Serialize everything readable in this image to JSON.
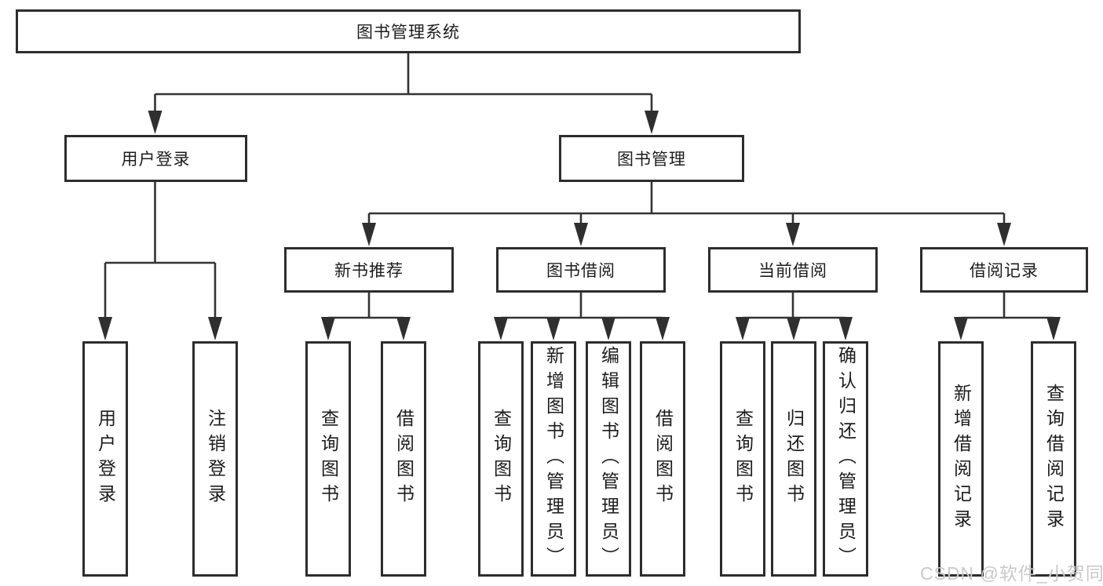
{
  "diagram": {
    "root": {
      "label": "图书管理系统"
    },
    "children": [
      {
        "label": "用户登录",
        "children": [
          {
            "label": "用户登录"
          },
          {
            "label": "注销登录"
          }
        ]
      },
      {
        "label": "图书管理",
        "children": [
          {
            "label": "新书推荐",
            "children": [
              {
                "label": "查询图书"
              },
              {
                "label": "借阅图书"
              }
            ]
          },
          {
            "label": "图书借阅",
            "children": [
              {
                "label": "查询图书"
              },
              {
                "label": "新增图书（管理员）"
              },
              {
                "label": "编辑图书（管理员）"
              },
              {
                "label": "借阅图书"
              }
            ]
          },
          {
            "label": "当前借阅",
            "children": [
              {
                "label": "查询图书"
              },
              {
                "label": "归还图书"
              },
              {
                "label": "确认归还（管理员）"
              }
            ]
          },
          {
            "label": "借阅记录",
            "children": [
              {
                "label": "新增借阅记录"
              },
              {
                "label": "查询借阅记录"
              }
            ]
          }
        ]
      }
    ]
  },
  "watermark": {
    "text": "CSDN @软件_小贺同学"
  },
  "colors": {
    "line": "#333333",
    "box_border": "#2d2d2d",
    "text": "#1c1c1c",
    "background": "#ffffff",
    "watermark": "#c9c9c9"
  }
}
